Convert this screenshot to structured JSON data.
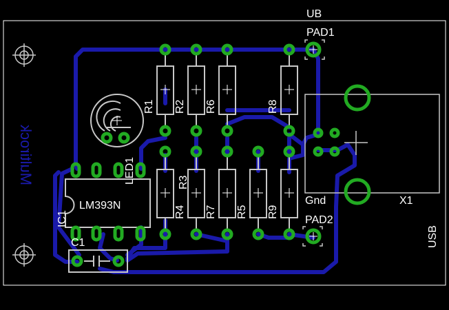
{
  "title": "UB",
  "board": {
    "mirrored_copper_text": "Multirock"
  },
  "components": {
    "resistors": [
      "R1",
      "R2",
      "R6",
      "R8",
      "R3",
      "R4",
      "R7",
      "R5",
      "R9"
    ],
    "led": "LED1",
    "ic_ref": "IC1",
    "ic_value": "LM393N",
    "capacitor": "C1",
    "connector": "X1",
    "connector_caption": "USB"
  },
  "pads": {
    "top": "PAD1",
    "bottom": "PAD2",
    "gnd_label": "Gnd"
  },
  "colors": {
    "background": "#000000",
    "outline": "#ffffff",
    "copper": "#1a1aaa",
    "via": "#22aa22",
    "silkscreen": "#c8c8c8"
  }
}
